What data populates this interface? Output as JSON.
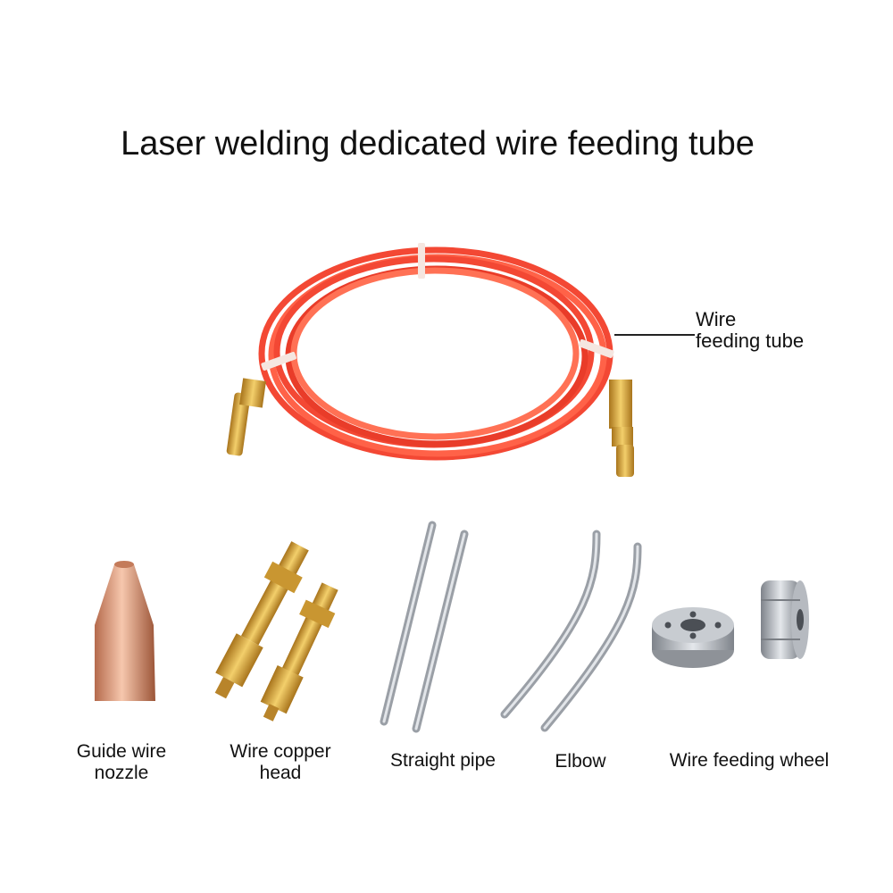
{
  "title": "Laser welding dedicated wire feeding tube",
  "callout": {
    "line1": "Wire",
    "line2": "feeding tube"
  },
  "parts": [
    {
      "line1": "Guide wire",
      "line2": "nozzle"
    },
    {
      "line1": "Wire copper",
      "line2": "head"
    },
    {
      "line1": "Straight pipe"
    },
    {
      "line1": "Elbow"
    },
    {
      "line1": "Wire feeding wheel"
    }
  ],
  "colors": {
    "tube": "#f33f2a",
    "brass": "#d9a53a",
    "copper": "#d9876a",
    "steel": "#a9adb3"
  }
}
